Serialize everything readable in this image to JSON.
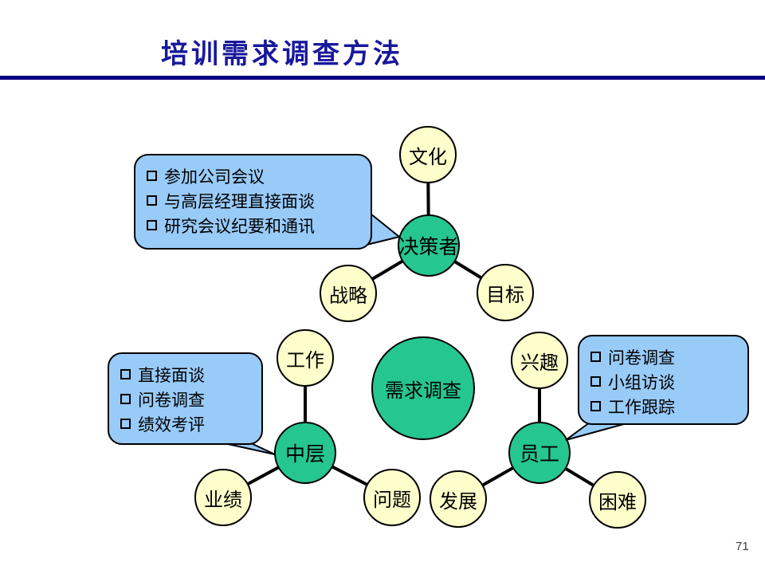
{
  "slide": {
    "title": "培训需求调查方法",
    "page_number": "71"
  },
  "colors": {
    "title_navy": "#18189B",
    "rule_navy": "#000082",
    "hub_green": "#26C690",
    "satellite_yellow": "#FFFFCC",
    "callout_blue": "#99CBF9",
    "connector_black": "#000000"
  },
  "diagram": {
    "center_node": {
      "label": "需求调查"
    },
    "clusters": [
      {
        "hub": "决策者",
        "satellites": [
          "文化",
          "战略",
          "目标"
        ]
      },
      {
        "hub": "中层",
        "satellites": [
          "工作",
          "业绩",
          "问题"
        ]
      },
      {
        "hub": "员工",
        "satellites": [
          "兴趣",
          "发展",
          "困难"
        ]
      }
    ],
    "callouts": [
      {
        "target": "决策者",
        "bullet_icon": "hollow-square-bullet",
        "items": [
          "参加公司会议",
          "与高层经理直接面谈",
          "研究会议纪要和通讯"
        ]
      },
      {
        "target": "中层",
        "bullet_icon": "hollow-square-bullet",
        "items": [
          "直接面谈",
          "问卷调查",
          "绩效考评"
        ]
      },
      {
        "target": "员工",
        "bullet_icon": "hollow-square-bullet",
        "items": [
          "问卷调查",
          "小组访谈",
          "工作跟踪"
        ]
      }
    ]
  }
}
